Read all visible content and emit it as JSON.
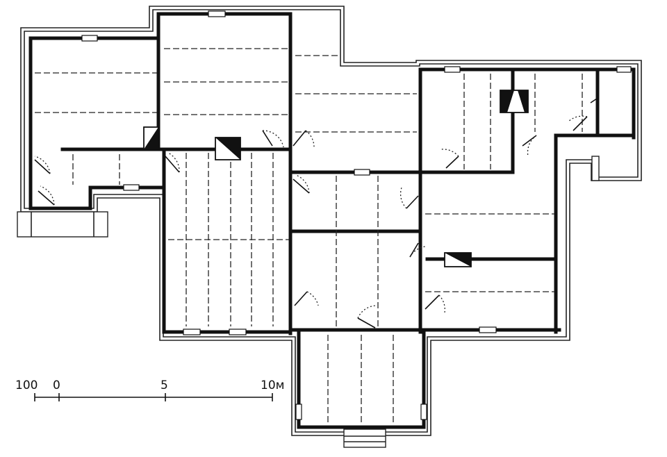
{
  "scale": {
    "labels": [
      "100",
      "0",
      "5",
      "10м"
    ]
  },
  "colors": {
    "ink": "#111111",
    "paper": "#ffffff"
  }
}
